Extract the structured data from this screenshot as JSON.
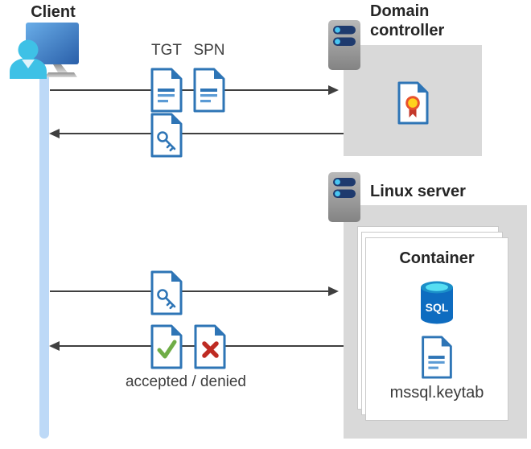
{
  "diagram": {
    "client": {
      "label": "Client"
    },
    "domain_controller": {
      "label": "Domain controller"
    },
    "linux_server": {
      "label": "Linux server"
    },
    "container": {
      "label": "Container",
      "sql_badge": "SQL",
      "keytab_label": "mssql.keytab"
    },
    "flow_labels": {
      "tgt": "TGT",
      "spn": "SPN",
      "result": "accepted / denied"
    },
    "icons": {
      "client": "person-at-monitor-icon",
      "domain_controller": "server-icon",
      "linux_server": "server-icon",
      "tgt": "ticket-document-icon",
      "spn": "ticket-document-icon",
      "session_key": "key-document-icon",
      "certificate": "certificate-document-icon",
      "accepted": "check-document-icon",
      "denied": "x-document-icon",
      "sql": "sql-database-icon",
      "keytab": "ticket-document-icon"
    },
    "colors": {
      "doc_blue": "#2E75B6",
      "doc_line_light": "#5B9BD5",
      "accept_green": "#6FAD47",
      "deny_red": "#BE2B23",
      "panel_gray": "#D9D9D9",
      "paper_border": "#C9C9C9",
      "timeline_blue": "#BDD9F7",
      "arrow_gray": "#3F3F3F",
      "sql_body_blue": "#0E6CC0",
      "sql_top_cyan": "#56DEF2",
      "server_bar_navy": "#1E3A6E",
      "server_dot_cyan": "#49C6F2",
      "person_cyan": "#3EC1E6",
      "seal_yellow": "#FFD21E",
      "seal_red": "#C4392B"
    }
  }
}
